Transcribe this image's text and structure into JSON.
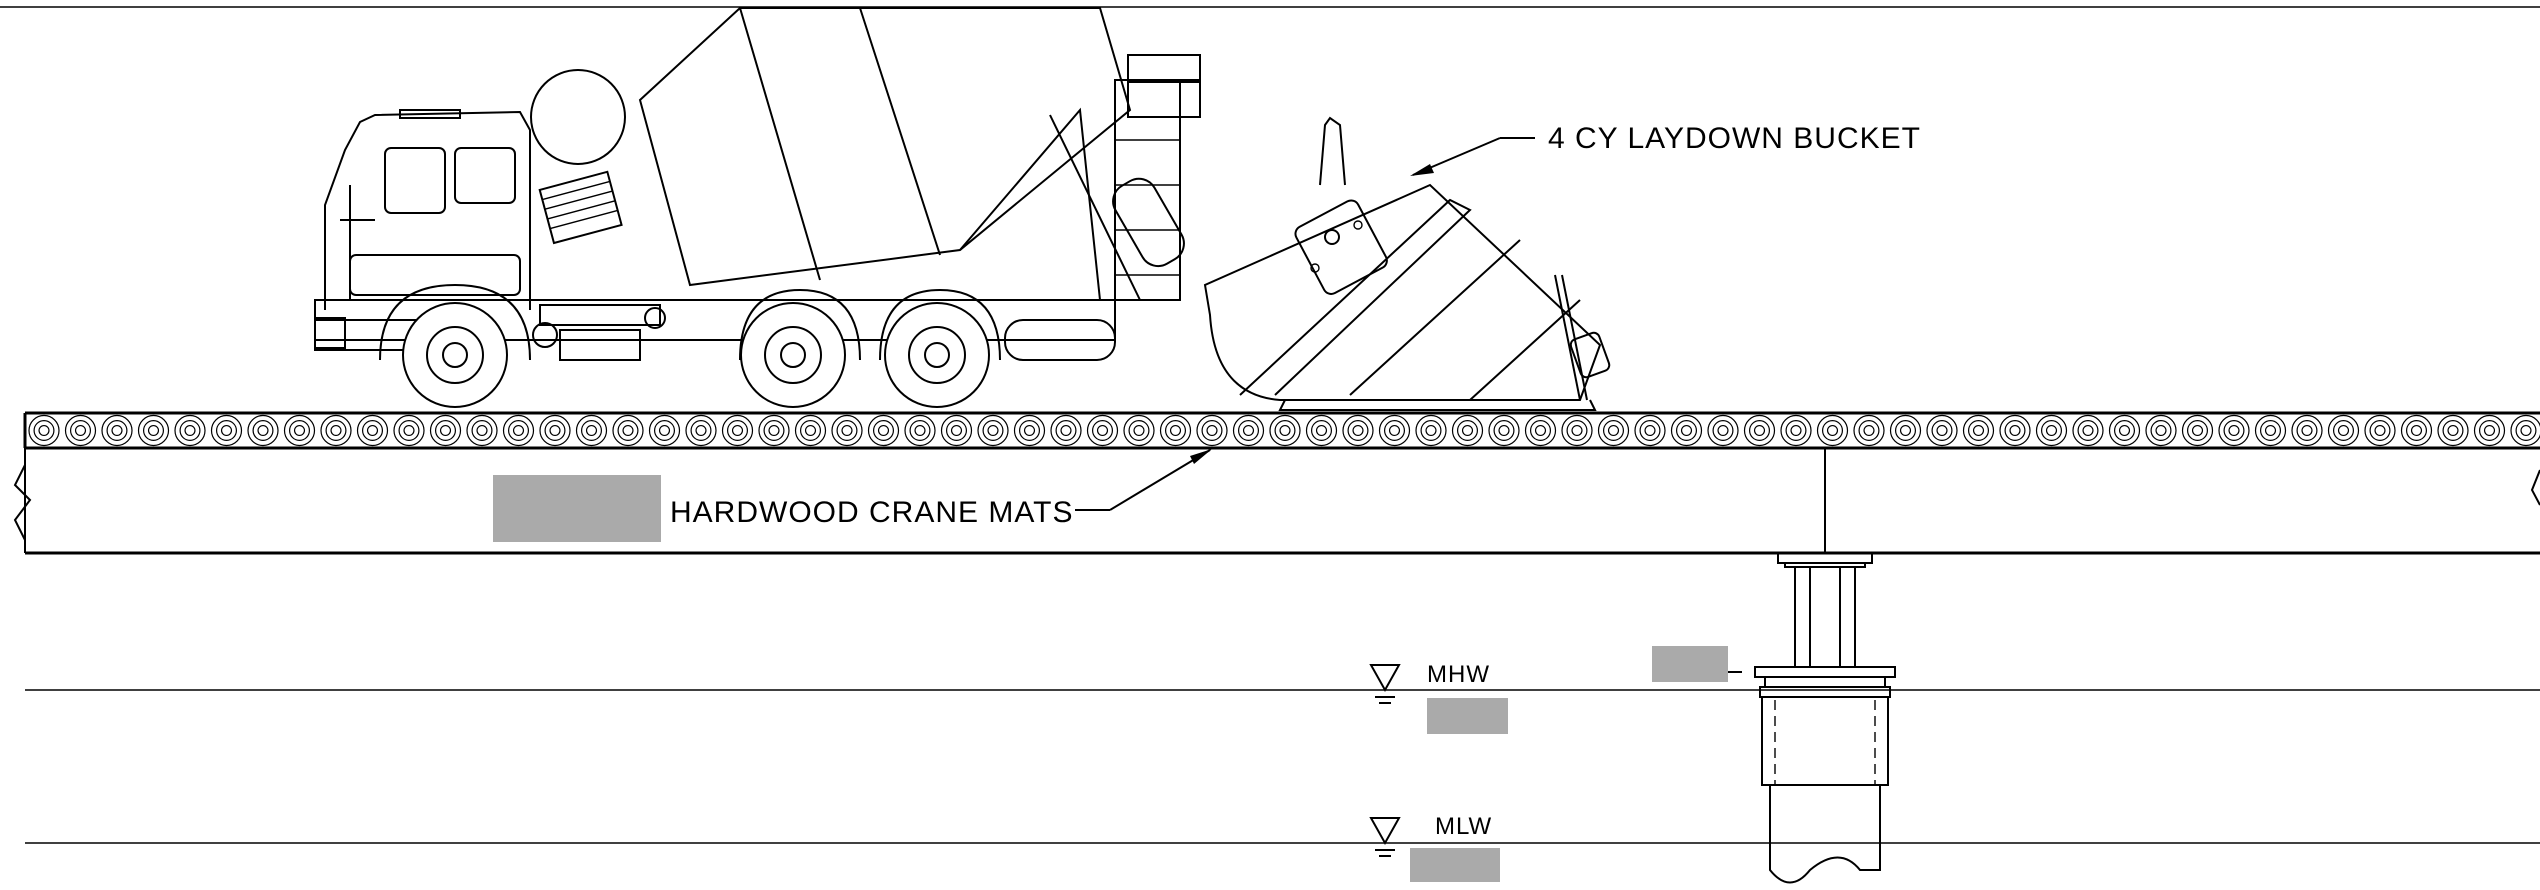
{
  "labels": {
    "bucket": "4 CY LAYDOWN BUCKET",
    "mats": "HARDWOOD CRANE MATS",
    "mhw": "MHW",
    "mlw": "MLW"
  },
  "colors": {
    "line": "#000000",
    "redaction": "#aaaaaa",
    "background": "#ffffff"
  }
}
